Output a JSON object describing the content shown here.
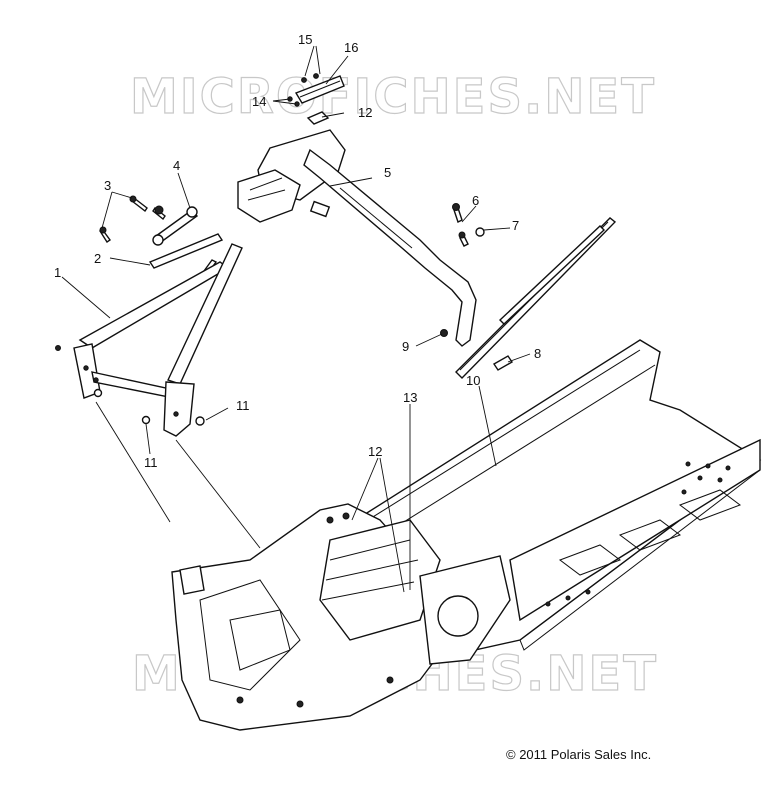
{
  "watermark": {
    "top": "MICROFICHES.NET",
    "bottom": "MICROFICHES.NET"
  },
  "callouts": {
    "c1": "1",
    "c2": "2",
    "c3": "3",
    "c4": "4",
    "c5": "5",
    "c6": "6",
    "c7": "7",
    "c8": "8",
    "c9": "9",
    "c10": "10",
    "c11a": "11",
    "c11b": "11",
    "c12a": "12",
    "c12b": "12",
    "c13": "13",
    "c14": "14",
    "c15": "15",
    "c16": "16"
  },
  "copyright": "© 2011 Polaris Sales Inc."
}
